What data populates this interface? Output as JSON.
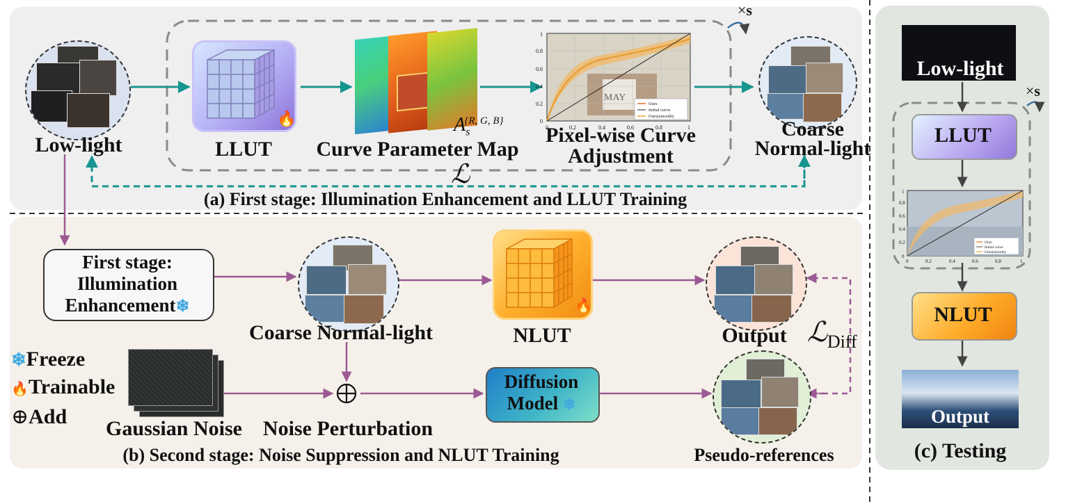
{
  "stage1": {
    "input_label": "Low-light",
    "llut_label": "LLUT",
    "curve_map_label": "Curve Parameter Map",
    "param_sym": "A",
    "param_sub": "s",
    "param_sup": "{R, G, B}",
    "curve_label_line1": "Pixel-wise Curve",
    "curve_label_line2": "Adjustment",
    "repeat": "s",
    "output_line1": "Coarse",
    "output_line2": "Normal-light",
    "loss": "ℒ",
    "caption": "(a) First stage: Illumination Enhancement and  LLUT Training"
  },
  "curve_plot": {
    "y_ticks": [
      "0",
      "0.2",
      "0.4",
      "0.6",
      "0.8",
      "1"
    ],
    "x_ticks": [
      "0",
      "0.2",
      "0.4",
      "0.6",
      "0.8",
      "1"
    ],
    "legend": [
      "Ours",
      "Initial curve",
      "Ours(smooth)"
    ],
    "calendar_text": "MAY"
  },
  "stage2": {
    "box_line1": "First stage:",
    "box_line2": "Illumination",
    "box_line3": "Enhancement",
    "coarse_label": "Coarse Normal-light",
    "nlut_label": "NLUT",
    "output_label": "Output",
    "noise_label": "Gaussian Noise",
    "perturb_label": "Noise Perturbation",
    "diffusion_line1": "Diffusion",
    "diffusion_line2": "Model",
    "pseudo_label": "Pseudo-references",
    "loss": "ℒ",
    "loss_sub": "Diff",
    "caption": "(b) Second stage: Noise Suppression and NLUT Training"
  },
  "legend": {
    "freeze": "Freeze",
    "trainable": "Trainable",
    "add": "Add"
  },
  "stage3": {
    "input_label": "Low-light",
    "llut_label": "LLUT",
    "nlut_label": "NLUT",
    "output_label": "Output",
    "repeat": "s",
    "caption": "(c) Testing"
  },
  "colors": {
    "panel_a": "#efefef",
    "panel_b": "#f5f1ea",
    "panel_c": "#e2e6e0",
    "teal": "#17958f",
    "purple": "#9b5a94",
    "llut": "#b9a6f0",
    "nlut": "#ffa21c",
    "diffusion": "#2a92c8"
  }
}
